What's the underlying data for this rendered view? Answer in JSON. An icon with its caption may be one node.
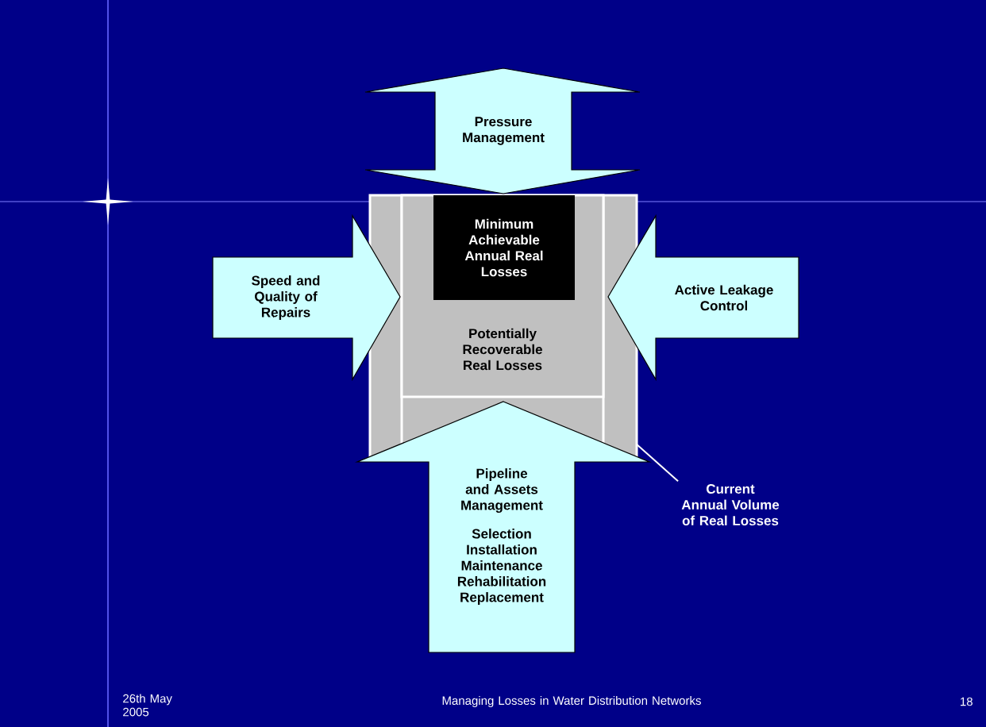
{
  "diagram": {
    "nodes": [
      {
        "text": [],
        "shape": "box"
      },
      {
        "text": [
          "Potentially Recoverable Real Losses"
        ],
        "in": 0
      },
      {
        "text": [
          "Minimum Achievable Annual Real Losses"
        ],
        "in": 1
      },
      {
        "text": [
          "Pressure Management"
        ]
      },
      {
        "text": [
          "Speed and Quality of Repairs"
        ]
      },
      {
        "text": [
          "Active Leakage Control"
        ]
      },
      {
        "text": [
          "Pipeline and Assets Management",
          "Selection Installation Maintenance Rehabilitation Replacement"
        ]
      },
      {
        "text": [
          "Current Annual Volume of Real Losses"
        ]
      }
    ],
    "edges": [
      {
        "from": 7,
        "to": 0,
        "arrow": "none"
      }
    ],
    "labels": [
      "26th May 2005",
      "Managing Losses in Water Distribution Networks",
      "18"
    ]
  }
}
